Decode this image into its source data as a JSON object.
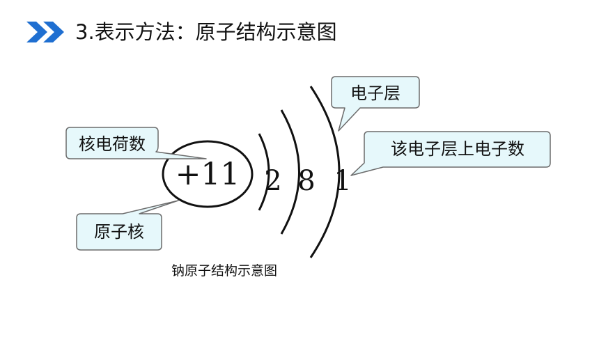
{
  "title": "3.表示方法：原子结构示意图",
  "colors": {
    "accent": "#1f6fd1",
    "callout_fill": "#e6f8fb",
    "callout_stroke": "#6b6b6b"
  },
  "icons": {
    "header_icon": "double-chevron-right-icon"
  },
  "atom": {
    "nucleus_charge": "+11",
    "shell_electrons": [
      "2",
      "8",
      "1"
    ]
  },
  "callouts": {
    "nuclear_charge": "核电荷数",
    "nucleus": "原子核",
    "electron_shell": "电子层",
    "electrons_in_shell": "该电子层上电子数"
  },
  "caption": "钠原子结构示意图"
}
